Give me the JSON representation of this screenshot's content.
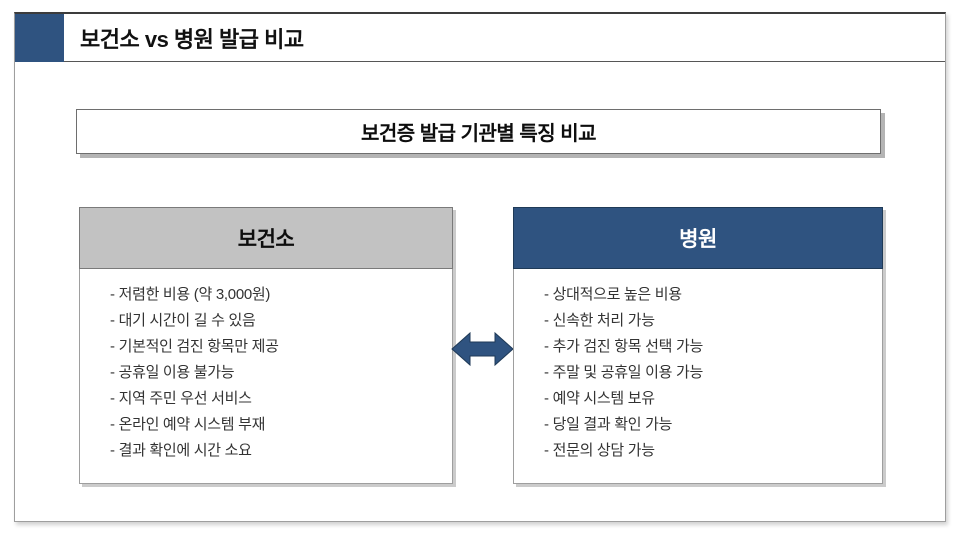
{
  "header": {
    "title": "보건소 vs 병원 발급 비교"
  },
  "banner": {
    "title": "보건증 발급 기관별 특징 비교"
  },
  "columns": [
    {
      "id": "health-center",
      "title": "보건소",
      "items": [
        "- 저렴한 비용 (약 3,000원)",
        "- 대기 시간이 길 수 있음",
        "- 기본적인 검진 항목만 제공",
        "- 공휴일 이용 불가능",
        "- 지역 주민 우선 서비스",
        "- 온라인 예약 시스템 부재",
        "- 결과 확인에 시간 소요"
      ]
    },
    {
      "id": "hospital",
      "title": "병원",
      "items": [
        "- 상대적으로 높은 비용",
        "- 신속한 처리 가능",
        "- 추가 검진 항목 선택 가능",
        "- 주말 및 공휴일 이용 가능",
        "- 예약 시스템 보유",
        "- 당일 결과 확인 가능",
        "- 전문의 상담 가능"
      ]
    }
  ],
  "icons": {
    "compare_arrow": "left-right-arrow"
  },
  "colors": {
    "accent_navy": "#2F5380",
    "navy_border": "#1F3A57",
    "header_gray": "#C2C2C2",
    "shadow_gray": "#B4B4B4"
  }
}
